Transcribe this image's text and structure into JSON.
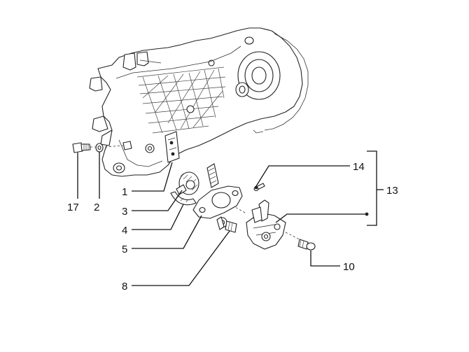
{
  "callouts": {
    "c1": "1",
    "c2": "2",
    "c3": "3",
    "c4": "4",
    "c5": "5",
    "c8": "8",
    "c10": "10",
    "c13": "13",
    "c14": "14",
    "c17": "17"
  },
  "colors": {
    "ink": "#111111",
    "background": "#ffffff"
  }
}
